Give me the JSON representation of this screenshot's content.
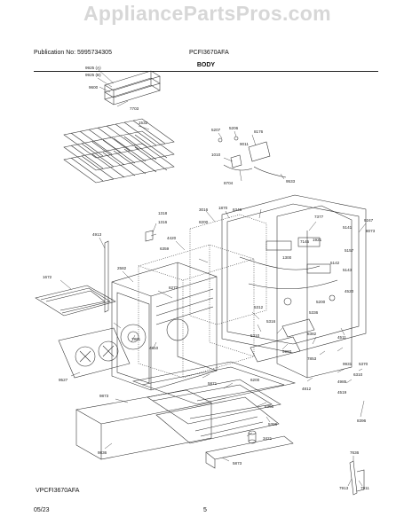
{
  "header": {
    "publication": "Publication No: 5995734305",
    "model": "PCFI3670AFA",
    "watermark": "AppliancePartsPros.com"
  },
  "title": "BODY",
  "footer": {
    "model_code": "VPCFI3670AFA",
    "date": "05/23",
    "page_number": "5"
  },
  "part_labels": {
    "p9925a": "9925 (A)",
    "p9925b": "9925 (B)",
    "p9600": "9600",
    "p7703": "7703",
    "p1532": "1532",
    "p5207": "5207",
    "p5206": "5206",
    "p8176": "8176",
    "p9011": "9011",
    "p1010": "1010",
    "p8704": "8704",
    "p9533": "9533",
    "p3016": "3016",
    "p1870": "1870",
    "p6348": "6348",
    "p7377": "7377",
    "p9247": "9247",
    "p1318": "1318",
    "p1316": "1316",
    "p4913": "4913",
    "p4420": "4420",
    "p6359": "6359",
    "p8200": "8200",
    "p5141": "5141",
    "p8073": "8073",
    "p7145": "7145",
    "p1921": "1921",
    "p5157": "5157",
    "p5142": "5142",
    "p5143": "5143",
    "p1672": "1672",
    "p2582": "2582",
    "p6277": "6277",
    "p1300": "1300",
    "p4520": "4520",
    "p5200": "5200",
    "p5336": "5336",
    "p5312": "5312",
    "p7861": "7861",
    "p4810": "4810",
    "p5316": "5316",
    "p5310": "5310",
    "p9960": "9960",
    "p8382": "8382",
    "p7853": "7853",
    "p4511": "4511",
    "p9527": "9527",
    "p6200": "6200",
    "p4812": "4812",
    "p4985": "4985",
    "p9931": "9931",
    "p6310": "6310",
    "p5370": "5370",
    "p9873": "9873",
    "p5871": "5871",
    "p8356": "8356",
    "p5396": "5396",
    "p4519": "4519",
    "p8396": "8396",
    "p3421": "3421",
    "p9836": "9836",
    "p7636": "7636",
    "p5873": "5873",
    "p7913": "7913",
    "p7911": "7911"
  }
}
